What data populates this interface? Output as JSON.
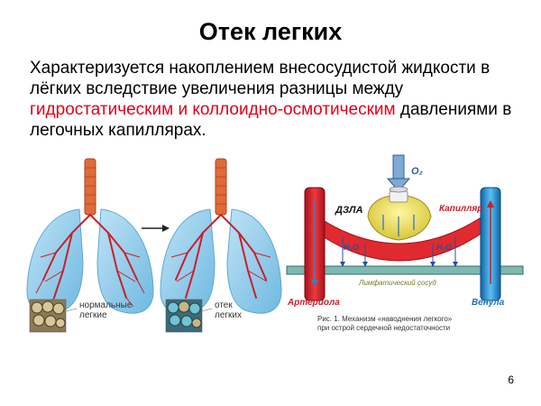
{
  "title": "Отек легких",
  "description": {
    "part1": "Характеризуется накоплением внесосудистой жидкости в лёгких вследствие увеличения разницы между ",
    "highlight": "гидростатическим и коллоидно-осмотическим",
    "part2": " давлениями в легочных капиллярах."
  },
  "figure_left": {
    "normal_label_line1": "нормальные",
    "normal_label_line2": "легкие",
    "edema_label_line1": "отек",
    "edema_label_line2": "легких"
  },
  "figure_right": {
    "o2": "O₂",
    "dzla": "ДЗЛА",
    "capillary": "Капилляр",
    "h2o_left": "H₂O",
    "h2o_right": "H₂O",
    "lymph": "Лимфатический сосуд",
    "arteriole": "Артериола",
    "venule": "Венула",
    "caption_line1": "Рис. 1. Механизм «наводнения легкого»",
    "caption_line2": "при острой сердечной недостаточности"
  },
  "colors": {
    "accent_red": "#e2001a",
    "artery": "#d81e2a",
    "vein": "#1e90d0"
  },
  "page_number": "6"
}
